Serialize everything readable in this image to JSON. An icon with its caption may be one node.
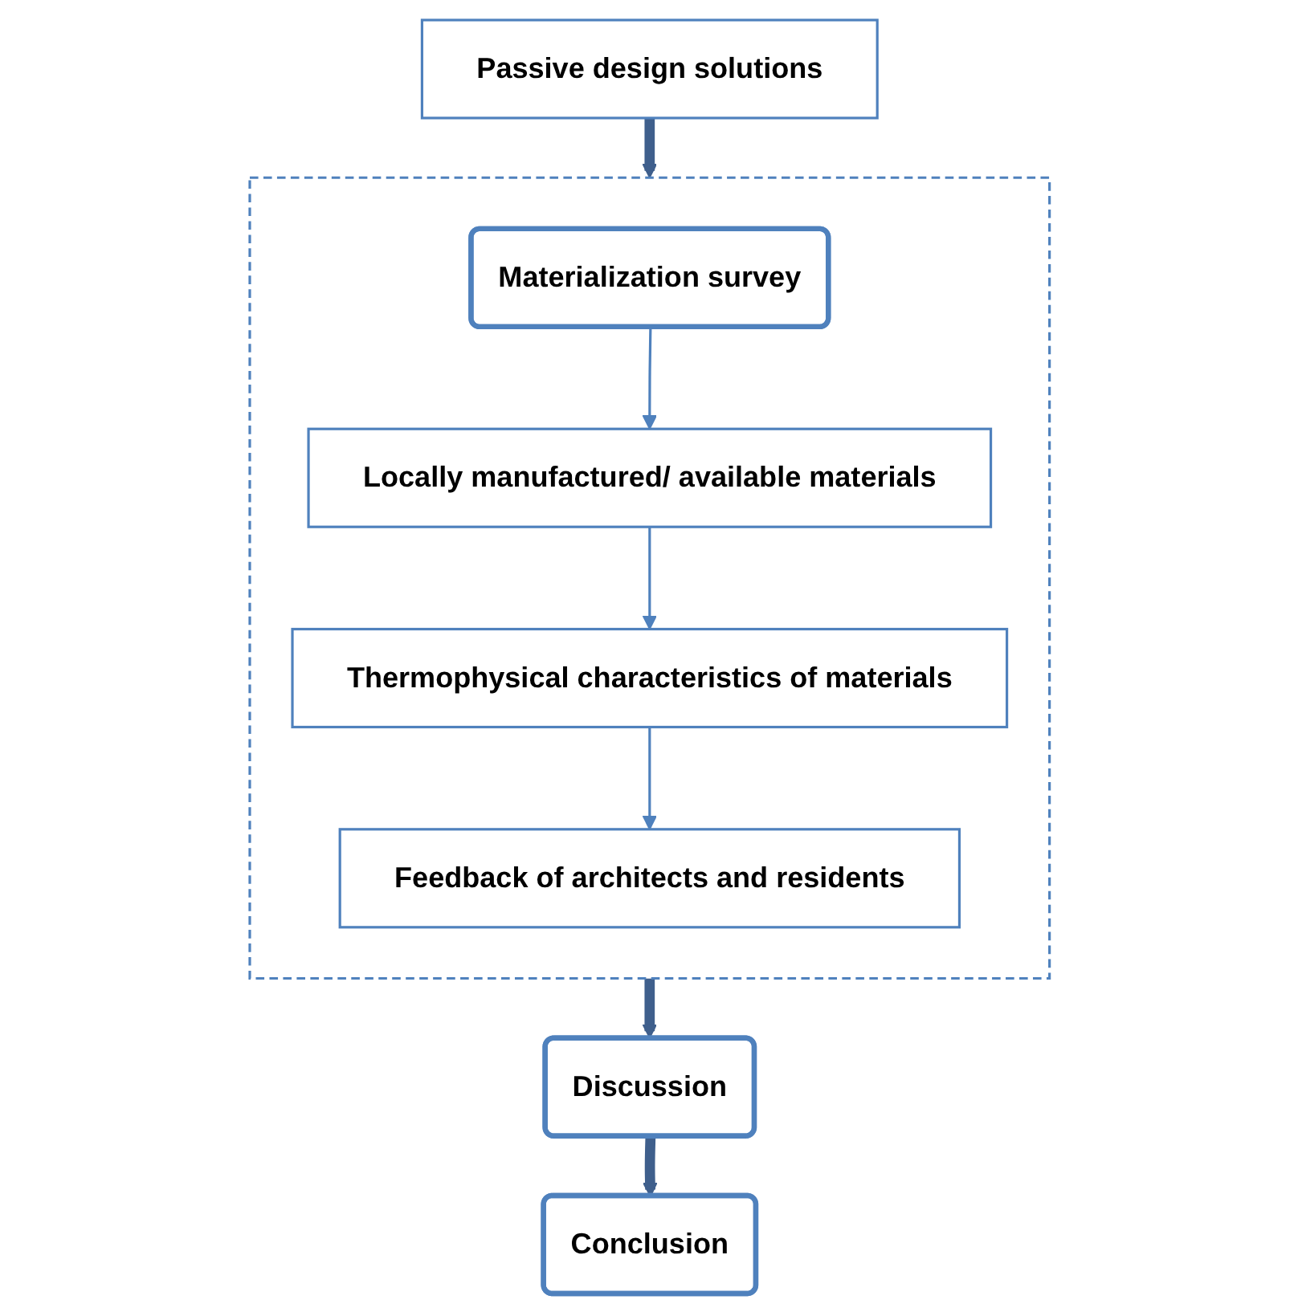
{
  "diagram": {
    "nodes": [
      {
        "text": [
          "Passive design solutions"
        ]
      },
      {
        "text": [],
        "shape": "box"
      },
      {
        "text": [
          "Materialization survey"
        ],
        "in": 1
      },
      {
        "text": [
          "Locally manufactured/ available materials"
        ],
        "in": 1
      },
      {
        "text": [
          "Thermophysical characteristics of materials"
        ],
        "in": 1
      },
      {
        "text": [
          "Feedback of architects and residents"
        ],
        "in": 1
      },
      {
        "text": [
          "Discussion"
        ]
      },
      {
        "text": [
          "Conclusion"
        ]
      }
    ],
    "edges": [
      {
        "from": 0,
        "to": 1,
        "arrow": "to",
        "style": "thick",
        "color": "#3f5f8c"
      },
      {
        "from": 2,
        "to": 3,
        "arrow": "to"
      },
      {
        "from": 3,
        "to": 4,
        "arrow": "to"
      },
      {
        "from": 4,
        "to": 5,
        "arrow": "to"
      },
      {
        "from": 1,
        "to": 6,
        "arrow": "to",
        "style": "thick",
        "color": "#3f5f8c"
      },
      {
        "from": 6,
        "to": 7,
        "arrow": "to",
        "style": "thick",
        "color": "#3f5f8c"
      }
    ]
  }
}
